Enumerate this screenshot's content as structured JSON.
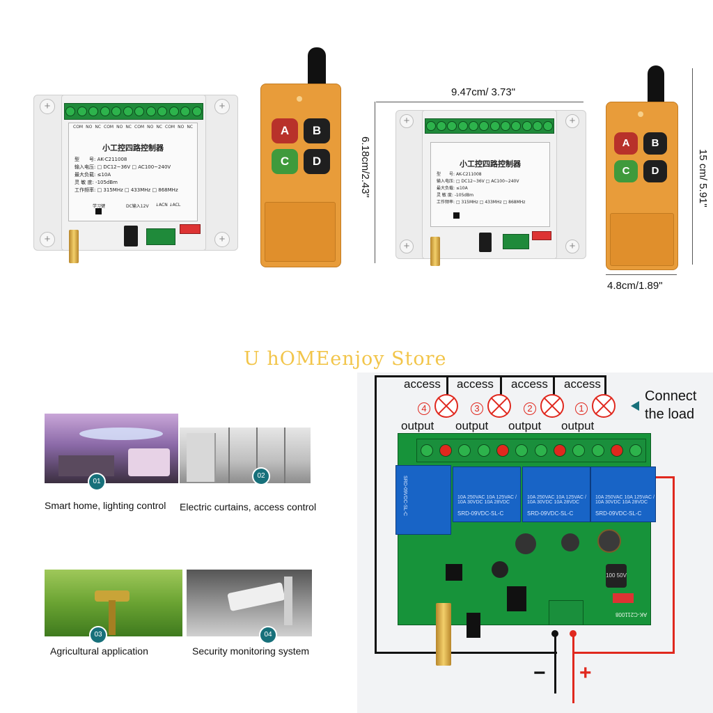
{
  "relay_box": {
    "pin_labels": [
      "COM",
      "NO",
      "NC",
      "COM",
      "NO",
      "NC",
      "COM",
      "NO",
      "NC",
      "COM",
      "NO",
      "NC"
    ],
    "title": "小工控四路控制器",
    "model_label": "型　　号:",
    "model_value": "AK-C211008",
    "voltage_label": "输入电压:",
    "voltage_dc": "□ DC12~36V",
    "voltage_ac": "□ AC100~240V",
    "load_label": "最大负载:",
    "load_value": "≤10A",
    "sensitivity_label": "灵 敏 度:",
    "sensitivity_value": "-105dBm",
    "freq_label": "工作频率:",
    "freq_315": "□ 315MHz",
    "freq_433": "□ 433MHz",
    "freq_868": "□ 868MHz",
    "learn_label": "学习键",
    "dc_label": "DC输入12V",
    "ac_label": "↓ACN ↓ACL",
    "board_code": "AK-C211008"
  },
  "remote": {
    "buttons": [
      {
        "label": "A",
        "color": "#b8312a"
      },
      {
        "label": "B",
        "color": "#1f1f1f"
      },
      {
        "label": "C",
        "color": "#3f9a3c"
      },
      {
        "label": "D",
        "color": "#1f1f1f"
      }
    ],
    "body_color": "#e89c3a"
  },
  "dimensions": {
    "width": "9.47cm/ 3.73\"",
    "height": "6.18cm/2.43\"",
    "remote_height": "15 cm/ 5.91\"",
    "remote_width": "4.8cm/1.89\""
  },
  "watermark": "U hOMEenjoy Store",
  "applications": [
    {
      "number": "01",
      "caption": "Smart home, lighting control"
    },
    {
      "number": "02",
      "caption": "Electric curtains, access control"
    },
    {
      "number": "03",
      "caption": "Agricultural application"
    },
    {
      "number": "04",
      "caption": "Security monitoring system"
    }
  ],
  "diagram": {
    "access_labels": [
      "access",
      "access",
      "access",
      "access"
    ],
    "output_labels": [
      "output",
      "output",
      "output",
      "output"
    ],
    "channel_numbers": [
      "4",
      "3",
      "2",
      "1"
    ],
    "connect_line1": "Connect",
    "connect_line2": "the load",
    "minus": "−",
    "plus": "+",
    "relay_text": [
      "SRD-09VDC-SL-C",
      "SRD-09VDC-SL-C",
      "SRD-09VDC-SL-C",
      "SRD-09VDC-SL-C"
    ],
    "relay_ratings": "10A 250VAC 10A 125VAC / 10A 30VDC 10A 28VDC",
    "cap_label": "100 50V",
    "board_code": "AK-C211008",
    "colors": {
      "wire_red": "#e0281e",
      "wire_black": "#111111",
      "pcb": "#17933a",
      "relay": "#1864c6"
    }
  }
}
